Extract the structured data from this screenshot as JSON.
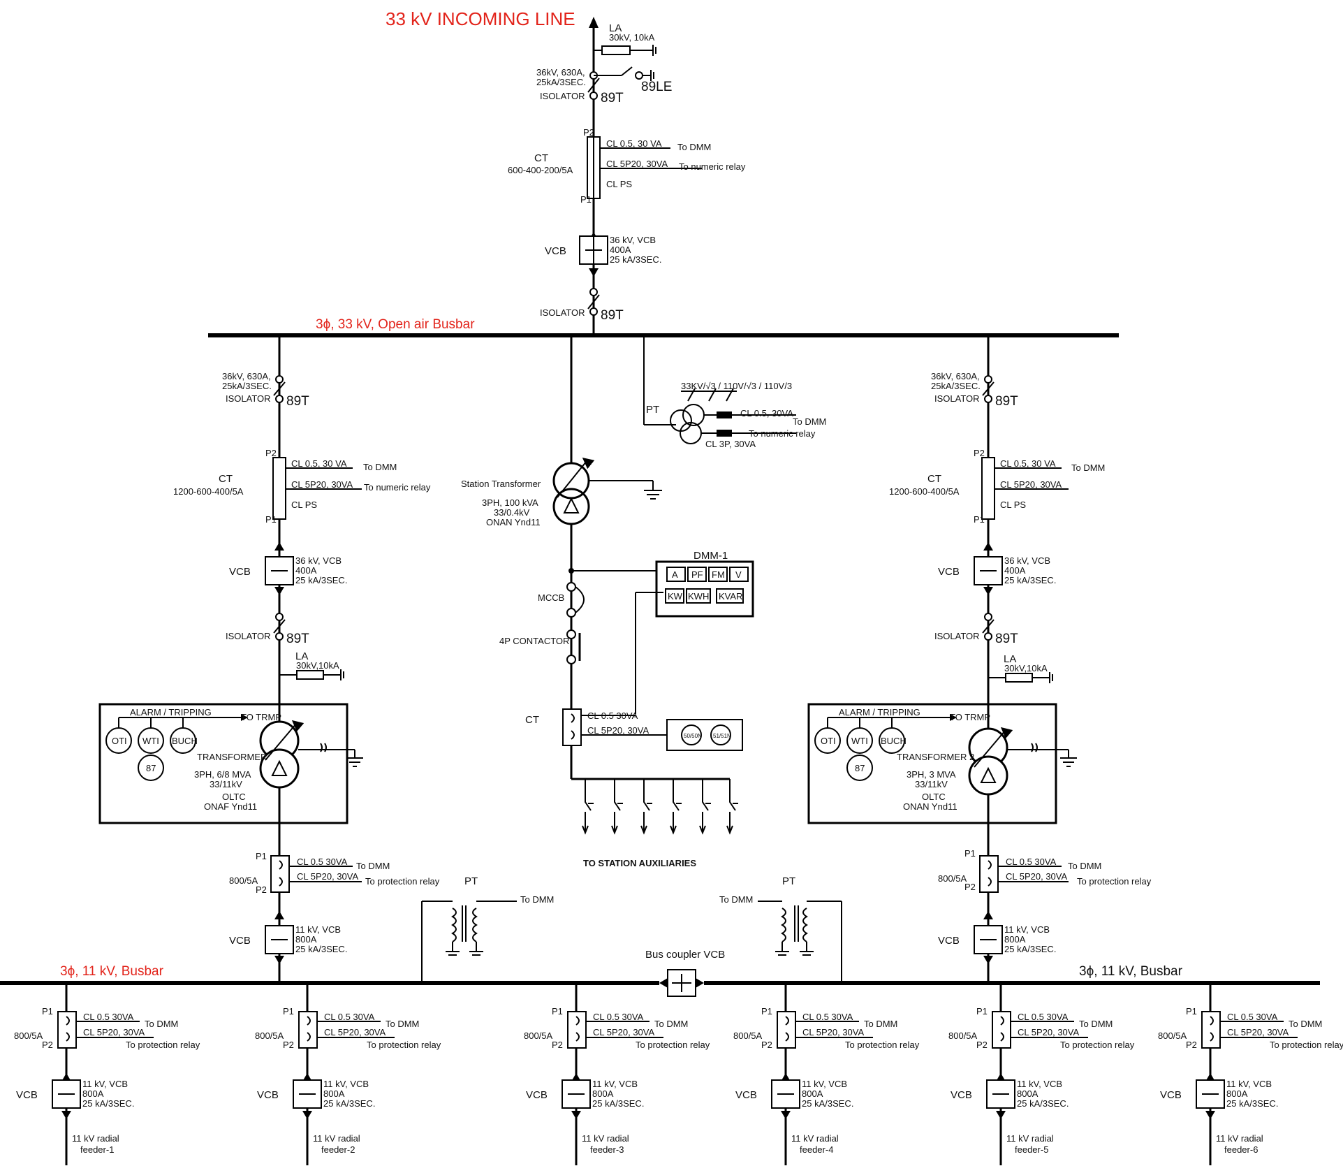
{
  "top": {
    "title": "33 kV INCOMING LINE",
    "la": "LA",
    "la_rating": "30kV, 10kA",
    "iso_rating1": "36kV, 630A,",
    "iso_rating2": "25kA/3SEC.",
    "iso_label": "ISOLATOR",
    "tag_89le": "89LE",
    "tag_89t": "89T",
    "ct_label": "CT",
    "ct_ratio": "600-400-200/5A",
    "p2": "P2",
    "p1": "P1",
    "cl05": "CL 0.5, 30 VA",
    "cl5p20": "CL 5P20, 30VA",
    "clps": "CL PS",
    "to_dmm": "To DMM",
    "to_numeric": "To numeric relay",
    "vcb": "VCB",
    "vcb_r1": "36 kV, VCB",
    "vcb_r2": "400A",
    "vcb_r3": "25 kA/3SEC.",
    "iso2_label": "ISOLATOR",
    "iso2_tag": "89T"
  },
  "busbar33": {
    "label": "3ϕ, 33 kV, Open air Busbar"
  },
  "pt33": {
    "pt": "PT",
    "ratio": "33KV/√3 / 110V/√3 / 110V/3",
    "cl05": "CL 0.5, 30VA",
    "to_dmm": "To DMM",
    "to_numeric": "To numeric relay",
    "cl3p": "CL 3P, 30VA"
  },
  "left_bay": {
    "iso_r1": "36kV, 630A,",
    "iso_r2": "25kA/3SEC.",
    "iso_label": "ISOLATOR",
    "iso_tag": "89T",
    "ct": "CT",
    "ct_ratio": "1200-600-400/5A",
    "p2": "P2",
    "p1": "P1",
    "cl05": "CL 0.5, 30 VA",
    "cl5p20": "CL 5P20, 30VA",
    "clps": "CL PS",
    "to_dmm": "To DMM",
    "to_numeric": "To numeric relay",
    "vcb": "VCB",
    "vcb_r1": "36 kV, VCB",
    "vcb_r2": "400A",
    "vcb_r3": "25 kA/3SEC.",
    "iso2_label": "ISOLATOR",
    "iso2_tag": "89T",
    "la": "LA",
    "la_rating": "30kV,10kA",
    "alarm": "ALARM / TRIPPING",
    "to_trmp": "TO TRMP",
    "oti": "OTI",
    "wti": "WTI",
    "buch": "BUCH",
    "r87": "87",
    "tr_name": "TRANSFORMER",
    "tr_r1": "3PH, 6/8 MVA",
    "tr_r2": "33/11kV",
    "tr_r3": "OLTC",
    "tr_r4": "ONAF Ynd11",
    "lct_p1": "P1",
    "lct_p2": "P2",
    "lct_ratio": "800/5A",
    "lct_cl05": "CL 0.5 30VA",
    "lct_cl5p20": "CL 5P20, 30VA",
    "lct_to_dmm": "To DMM",
    "lct_to_prot": "To protection relay",
    "lvcb": "VCB",
    "lvcb_r1": "11 kV, VCB",
    "lvcb_r2": "800A",
    "lvcb_r3": "25 kA/3SEC."
  },
  "right_bay": {
    "iso_r1": "36kV, 630A,",
    "iso_r2": "25kA/3SEC.",
    "iso_label": "ISOLATOR",
    "iso_tag": "89T",
    "ct": "CT",
    "ct_ratio": "1200-600-400/5A",
    "p2": "P2",
    "p1": "P1",
    "cl05": "CL 0.5, 30 VA",
    "cl5p20": "CL 5P20, 30VA",
    "clps": "CL PS",
    "to_dmm": "To DMM",
    "vcb": "VCB",
    "vcb_r1": "36 kV, VCB",
    "vcb_r2": "400A",
    "vcb_r3": "25 kA/3SEC.",
    "iso2_label": "ISOLATOR",
    "iso2_tag": "89T",
    "la": "LA",
    "la_rating": "30kV,10kA",
    "alarm": "ALARM / TRIPPING",
    "to_trmp": "TO TRMP",
    "oti": "OTI",
    "wti": "WTI",
    "buch": "BUCH",
    "r87": "87",
    "tr_name": "TRANSFORMER 2",
    "tr_r1": "3PH, 3 MVA",
    "tr_r2": "33/11kV",
    "tr_r3": "OLTC",
    "tr_r4": "ONAN Ynd11",
    "lct_p1": "P1",
    "lct_p2": "P2",
    "lct_ratio": "800/5A",
    "lct_cl05": "CL 0.5 30VA",
    "lct_cl5p20": "CL 5P20, 30VA",
    "lct_to_dmm": "To DMM",
    "lct_to_prot": "To protection relay",
    "lvcb": "VCB",
    "lvcb_r1": "11 kV, VCB",
    "lvcb_r2": "800A",
    "lvcb_r3": "25 kA/3SEC."
  },
  "station": {
    "name": "Station Transformer",
    "r1": "3PH, 100 kVA",
    "r2": "33/0.4kV",
    "r3": "ONAN Ynd11",
    "dmm_title": "DMM-1",
    "meters": [
      "A",
      "PF",
      "FM",
      "V",
      "KW",
      "KWH",
      "KVAR"
    ],
    "mccb": "MCCB",
    "contactor": "4P CONTACTOR",
    "ct": "CT",
    "cl05": "CL 0.5 30VA",
    "cl5p20": "CL 5P20, 30VA",
    "relay1": "50/50N",
    "relay2": "51/51N",
    "aux": "TO STATION AUXILIARIES"
  },
  "pt11": {
    "left_pt": "PT",
    "left_to_dmm": "To DMM",
    "right_pt": "PT",
    "right_to_dmm": "To DMM",
    "coupler": "Bus coupler VCB"
  },
  "busbar11": {
    "left_label": "3ϕ, 11 kV, Busbar",
    "right_label": "3ϕ, 11 kV, Busbar"
  },
  "feeders": [
    {
      "p1": "P1",
      "p2": "P2",
      "ratio": "800/5A",
      "cl05": "CL 0.5 30VA",
      "cl5p20": "CL 5P20, 30VA",
      "to_dmm": "To DMM",
      "to_prot": "To protection relay",
      "vcb": "VCB",
      "r1": "11 kV, VCB",
      "r2": "800A",
      "r3": "25 kA/3SEC.",
      "name1": "11 kV radial",
      "name2": "feeder-1"
    },
    {
      "p1": "P1",
      "p2": "P2",
      "ratio": "800/5A",
      "cl05": "CL 0.5 30VA",
      "cl5p20": "CL 5P20, 30VA",
      "to_dmm": "To DMM",
      "to_prot": "To protection relay",
      "vcb": "VCB",
      "r1": "11 kV, VCB",
      "r2": "800A",
      "r3": "25 kA/3SEC.",
      "name1": "11 kV radial",
      "name2": "feeder-2"
    },
    {
      "p1": "P1",
      "p2": "P2",
      "ratio": "800/5A",
      "cl05": "CL 0.5 30VA",
      "cl5p20": "CL 5P20, 30VA",
      "to_dmm": "To DMM",
      "to_prot": "To protection relay",
      "vcb": "VCB",
      "r1": "11 kV, VCB",
      "r2": "800A",
      "r3": "25 kA/3SEC.",
      "name1": "11 kV radial",
      "name2": "feeder-3"
    },
    {
      "p1": "P1",
      "p2": "P2",
      "ratio": "800/5A",
      "cl05": "CL 0.5 30VA",
      "cl5p20": "CL 5P20, 30VA",
      "to_dmm": "To DMM",
      "to_prot": "To protection relay",
      "vcb": "VCB",
      "r1": "11 kV, VCB",
      "r2": "800A",
      "r3": "25 kA/3SEC.",
      "name1": "11 kV radial",
      "name2": "feeder-4"
    },
    {
      "p1": "P1",
      "p2": "P2",
      "ratio": "800/5A",
      "cl05": "CL 0.5 30VA",
      "cl5p20": "CL 5P20, 30VA",
      "to_dmm": "To DMM",
      "to_prot": "To protection relay",
      "vcb": "VCB",
      "r1": "11 kV, VCB",
      "r2": "800A",
      "r3": "25 kA/3SEC.",
      "name1": "11 kV radial",
      "name2": "feeder-5"
    },
    {
      "p1": "P1",
      "p2": "P2",
      "ratio": "800/5A",
      "cl05": "CL 0.5 30VA",
      "cl5p20": "CL 5P20, 30VA",
      "to_dmm": "To DMM",
      "to_prot": "To protection relay",
      "vcb": "VCB",
      "r1": "11 kV, VCB",
      "r2": "800A",
      "r3": "25 kA/3SEC.",
      "name1": "11 kV radial",
      "name2": "feeder-6"
    }
  ]
}
